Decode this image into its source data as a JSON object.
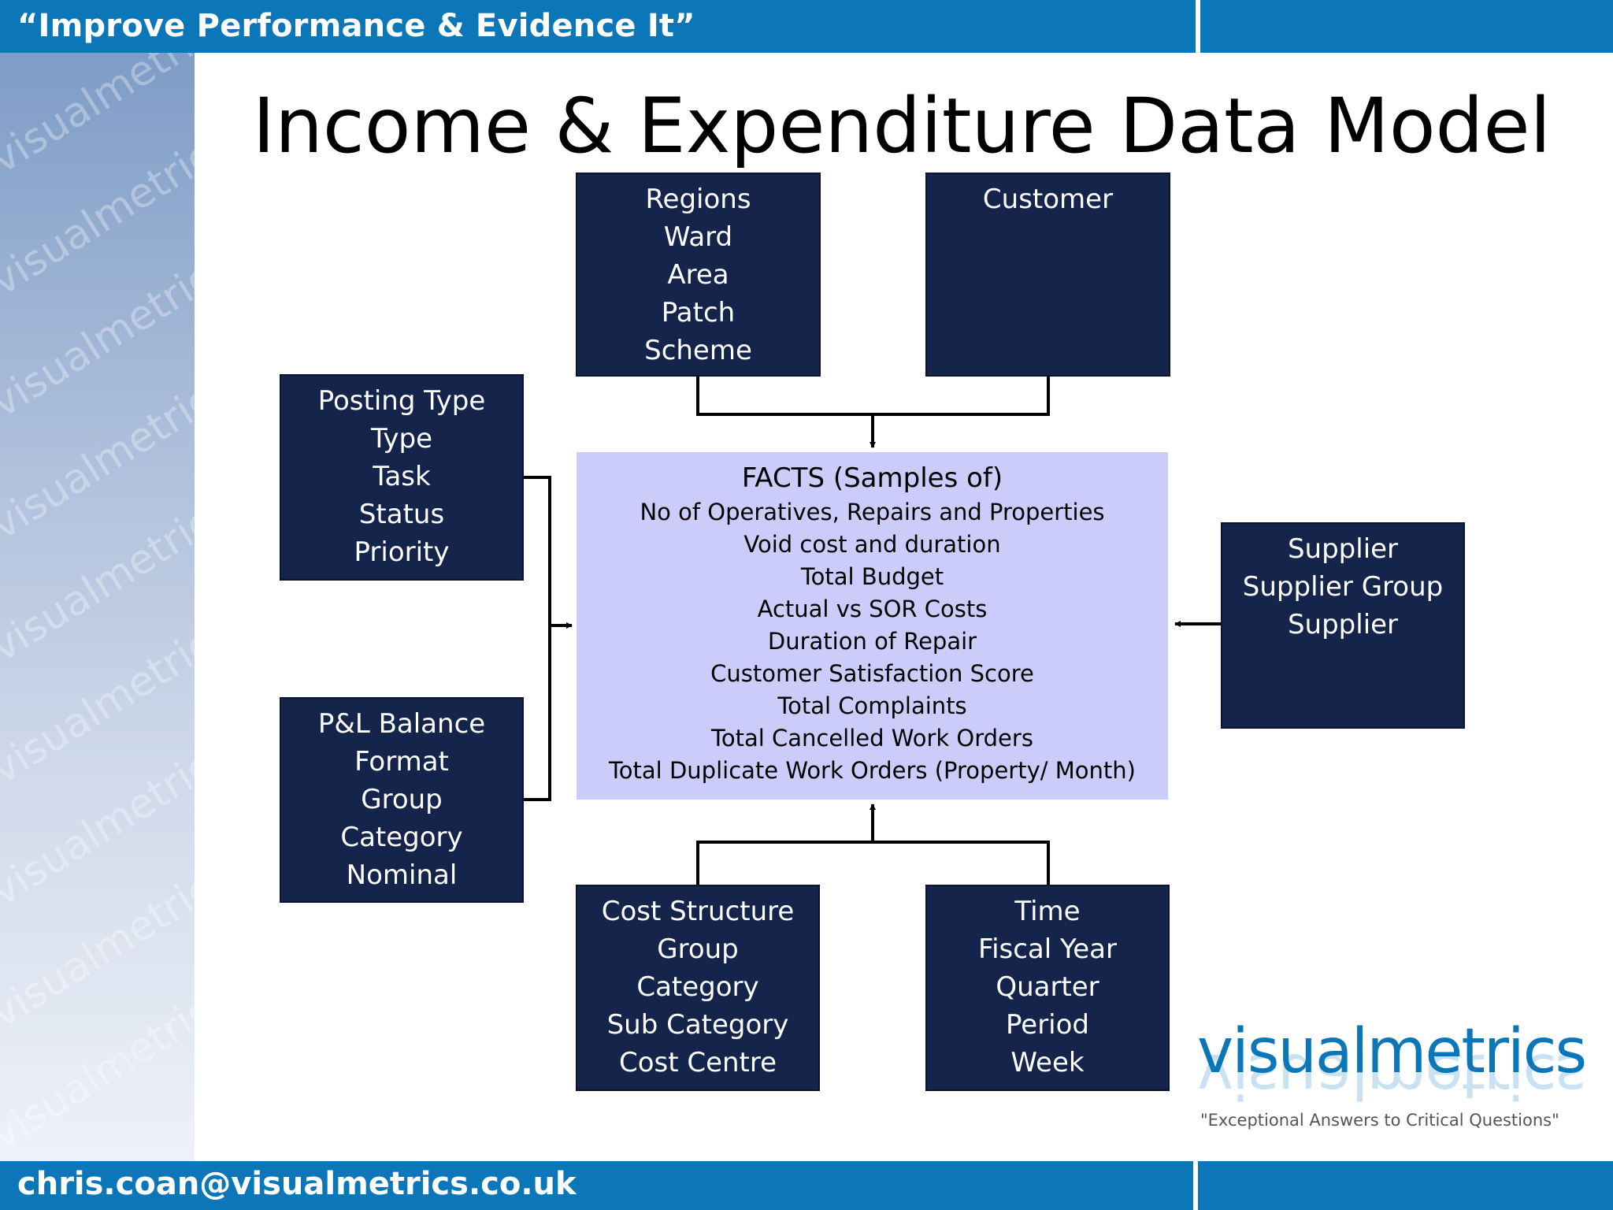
{
  "header": {
    "tagline": "“Improve Performance & Evidence It”"
  },
  "footer": {
    "email": "chris.coan@visualmetrics.co.uk"
  },
  "watermark": {
    "text": "visualmetrics"
  },
  "title": "Income & Expenditure Data Model",
  "boxes": {
    "regions": [
      "Regions",
      "Ward",
      "Area",
      "Patch",
      "Scheme"
    ],
    "customer": [
      "Customer"
    ],
    "posting_type": [
      "Posting Type",
      "Type",
      "Task",
      "Status",
      "Priority"
    ],
    "pl_balance": [
      "P&L Balance",
      "Format",
      "Group",
      "Category",
      "Nominal"
    ],
    "supplier": [
      "Supplier",
      "Supplier Group",
      "Supplier"
    ],
    "cost_structure": [
      "Cost Structure",
      "Group",
      "Category",
      "Sub Category",
      "Cost Centre"
    ],
    "time": [
      "Time",
      "Fiscal Year",
      "Quarter",
      "Period",
      "Week"
    ]
  },
  "facts": {
    "title": "FACTS (Samples of)",
    "items": [
      "No of Operatives, Repairs and Properties",
      "Void cost and duration",
      "Total Budget",
      "Actual vs SOR Costs",
      "Duration of Repair",
      "Customer Satisfaction Score",
      "Total Complaints",
      "Total Cancelled Work Orders",
      "Total Duplicate Work Orders (Property/ Month)"
    ]
  },
  "logo": {
    "name": "visualmetrics",
    "slogan": "\"Exceptional Answers to Critical Questions\""
  },
  "colors": {
    "bar": "#0b77b9",
    "box": "#15244a",
    "facts": "#ccccfa"
  }
}
